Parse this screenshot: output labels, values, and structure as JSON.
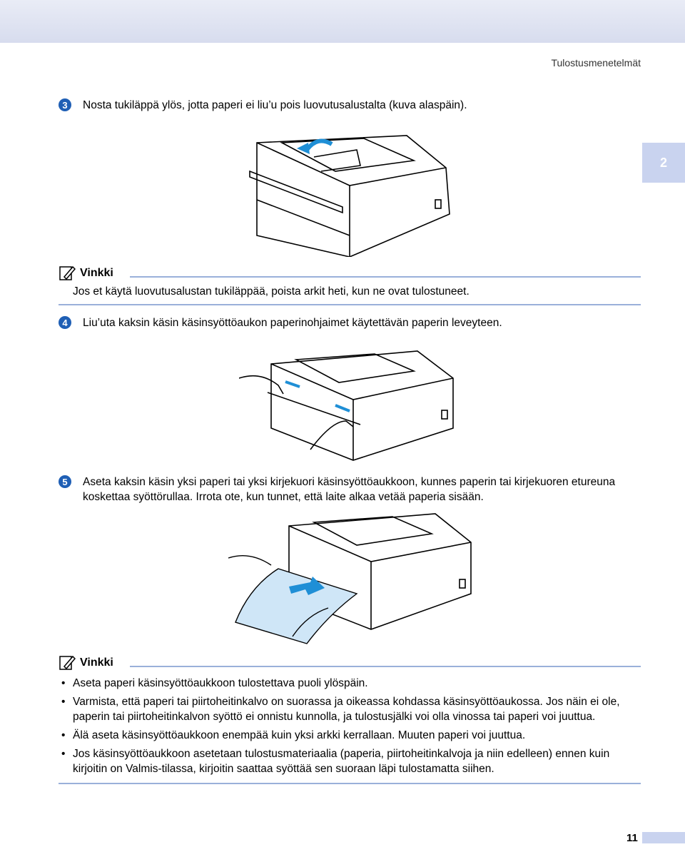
{
  "header": {
    "section_title": "Tulostusmenetelmät",
    "chapter_number": "2"
  },
  "steps": [
    {
      "number": "3",
      "text": "Nosta tukiläppä ylös, jotta paperi ei liu’u pois luovutusalustalta (kuva alaspäin)."
    },
    {
      "number": "4",
      "text": "Liu’uta kaksin käsin käsinsyöttöaukon paperinohjaimet käytettävän paperin leveyteen."
    },
    {
      "number": "5",
      "text": "Aseta kaksin käsin yksi paperi tai yksi kirjekuori käsinsyöttöaukkoon, kunnes paperin tai kirjekuoren etureuna koskettaa syöttörullaa. Irrota ote, kun tunnet, että laite alkaa vetää paperia sisään."
    }
  ],
  "note1": {
    "title": "Vinkki",
    "text": "Jos et käytä luovutusalustan tukiläppää, poista arkit heti, kun ne ovat tulostuneet."
  },
  "note2": {
    "title": "Vinkki",
    "items": [
      "Aseta paperi käsinsyöttöaukkoon tulostettava puoli ylöspäin.",
      "Varmista, että paperi tai piirtoheitinkalvo on suorassa ja oikeassa kohdassa käsinsyöttöaukossa. Jos näin ei ole, paperin tai piirtoheitinkalvon syöttö ei onnistu kunnolla, ja tulostusjälki voi olla vinossa tai paperi voi juuttua.",
      "Älä aseta käsinsyöttöaukkoon enempää kuin yksi arkki kerrallaan. Muuten paperi voi juuttua.",
      "Jos käsinsyöttöaukkoon asetetaan tulostusmateriaalia (paperia, piirtoheitinkalvoja ja niin edelleen) ennen kuin kirjoitin on Valmis-tilassa, kirjoitin saattaa syöttää sen suoraan läpi tulostamatta siihen."
    ]
  },
  "footer": {
    "page_number": "11"
  },
  "colors": {
    "accent": "#1f5fb5",
    "rule": "#9ab0da",
    "tab": "#c9d3ef",
    "arrow": "#1f8fd6",
    "paper": "#cfe6f7"
  }
}
